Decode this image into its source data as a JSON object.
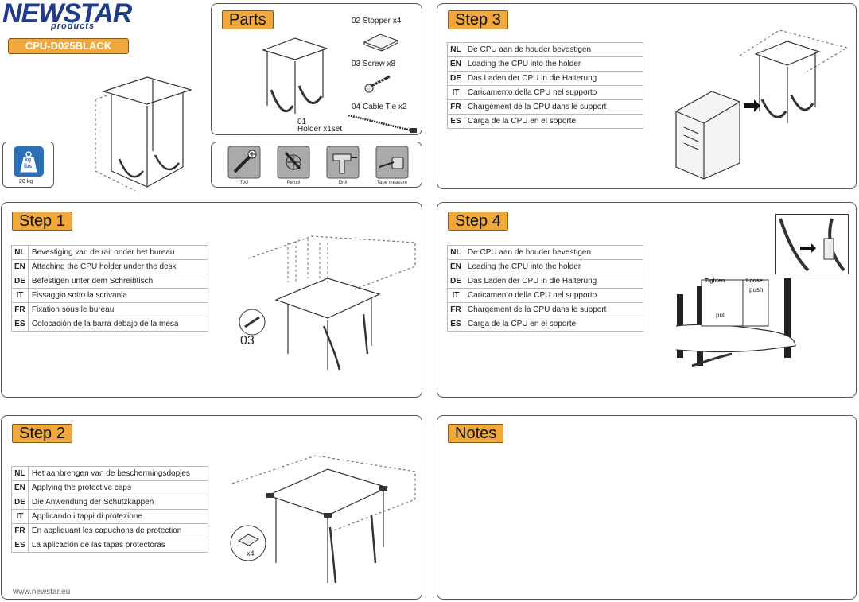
{
  "brand": {
    "name": "NEWSTAR",
    "tagline": "products",
    "model": "CPU-D025BLACK",
    "website": "www.newstar.eu"
  },
  "weight": {
    "line1": "kg",
    "line2": "lbs",
    "caption": "20 kg"
  },
  "parts": {
    "title": "Parts",
    "holder_number": "01",
    "holder_label": "Holder   x1set",
    "stopper_label": "02 Stopper  x4",
    "screw_label": "03  Screw   x8",
    "cabletie_label": "04  Cable Tie   x2"
  },
  "tools": [
    {
      "label": "Tool"
    },
    {
      "label": "Pencil"
    },
    {
      "label": "Drill"
    },
    {
      "label": "Tape measure"
    }
  ],
  "step1": {
    "title": "Step 1",
    "rows": [
      {
        "code": "NL",
        "text": "Bevestiging van de rail onder het bureau"
      },
      {
        "code": "EN",
        "text": "Attaching the CPU holder under the desk"
      },
      {
        "code": "DE",
        "text": "Befestigen unter dem Schreibtisch"
      },
      {
        "code": "IT",
        "text": "Fissaggio sotto la scrivania"
      },
      {
        "code": "FR",
        "text": "Fixation sous le bureau"
      },
      {
        "code": "ES",
        "text": "Colocación de la barra debajo de la mesa"
      }
    ],
    "callout": "03"
  },
  "step2": {
    "title": "Step 2",
    "rows": [
      {
        "code": "NL",
        "text": "Het aanbrengen van de beschermingsdopjes"
      },
      {
        "code": "EN",
        "text": "Applying the protective caps"
      },
      {
        "code": "DE",
        "text": "Die Anwendung der Schutzkappen"
      },
      {
        "code": "IT",
        "text": "Applicando i tappi di protezione"
      },
      {
        "code": "FR",
        "text": "En appliquant les capuchons de protection"
      },
      {
        "code": "ES",
        "text": "La aplicación de las tapas protectoras"
      }
    ],
    "callout": "x4"
  },
  "step3": {
    "title": "Step 3",
    "rows": [
      {
        "code": "NL",
        "text": "De CPU aan de houder bevestigen"
      },
      {
        "code": "EN",
        "text": "Loading the CPU into the holder"
      },
      {
        "code": "DE",
        "text": "Das Laden der CPU in die Halterung"
      },
      {
        "code": "IT",
        "text": "Caricamento della CPU nel supporto"
      },
      {
        "code": "FR",
        "text": "Chargement de la CPU dans le support"
      },
      {
        "code": "ES",
        "text": "Carga de la CPU en el soporte"
      }
    ]
  },
  "step4": {
    "title": "Step 4",
    "rows": [
      {
        "code": "NL",
        "text": "De CPU aan de houder bevestigen"
      },
      {
        "code": "EN",
        "text": "Loading the CPU into the holder"
      },
      {
        "code": "DE",
        "text": "Das Laden der CPU in die Halterung"
      },
      {
        "code": "IT",
        "text": "Caricamento della CPU nel supporto"
      },
      {
        "code": "FR",
        "text": "Chargement de la CPU dans le support"
      },
      {
        "code": "ES",
        "text": "Carga de la CPU en el soporte"
      }
    ],
    "tighten": "Tighten",
    "loose": "Loose",
    "pull": "pull",
    "push": "push"
  },
  "notes": {
    "title": "Notes"
  },
  "colors": {
    "accent": "#f0a83c",
    "brand": "#1f3b8c",
    "weight_icon": "#2d6fb5"
  }
}
